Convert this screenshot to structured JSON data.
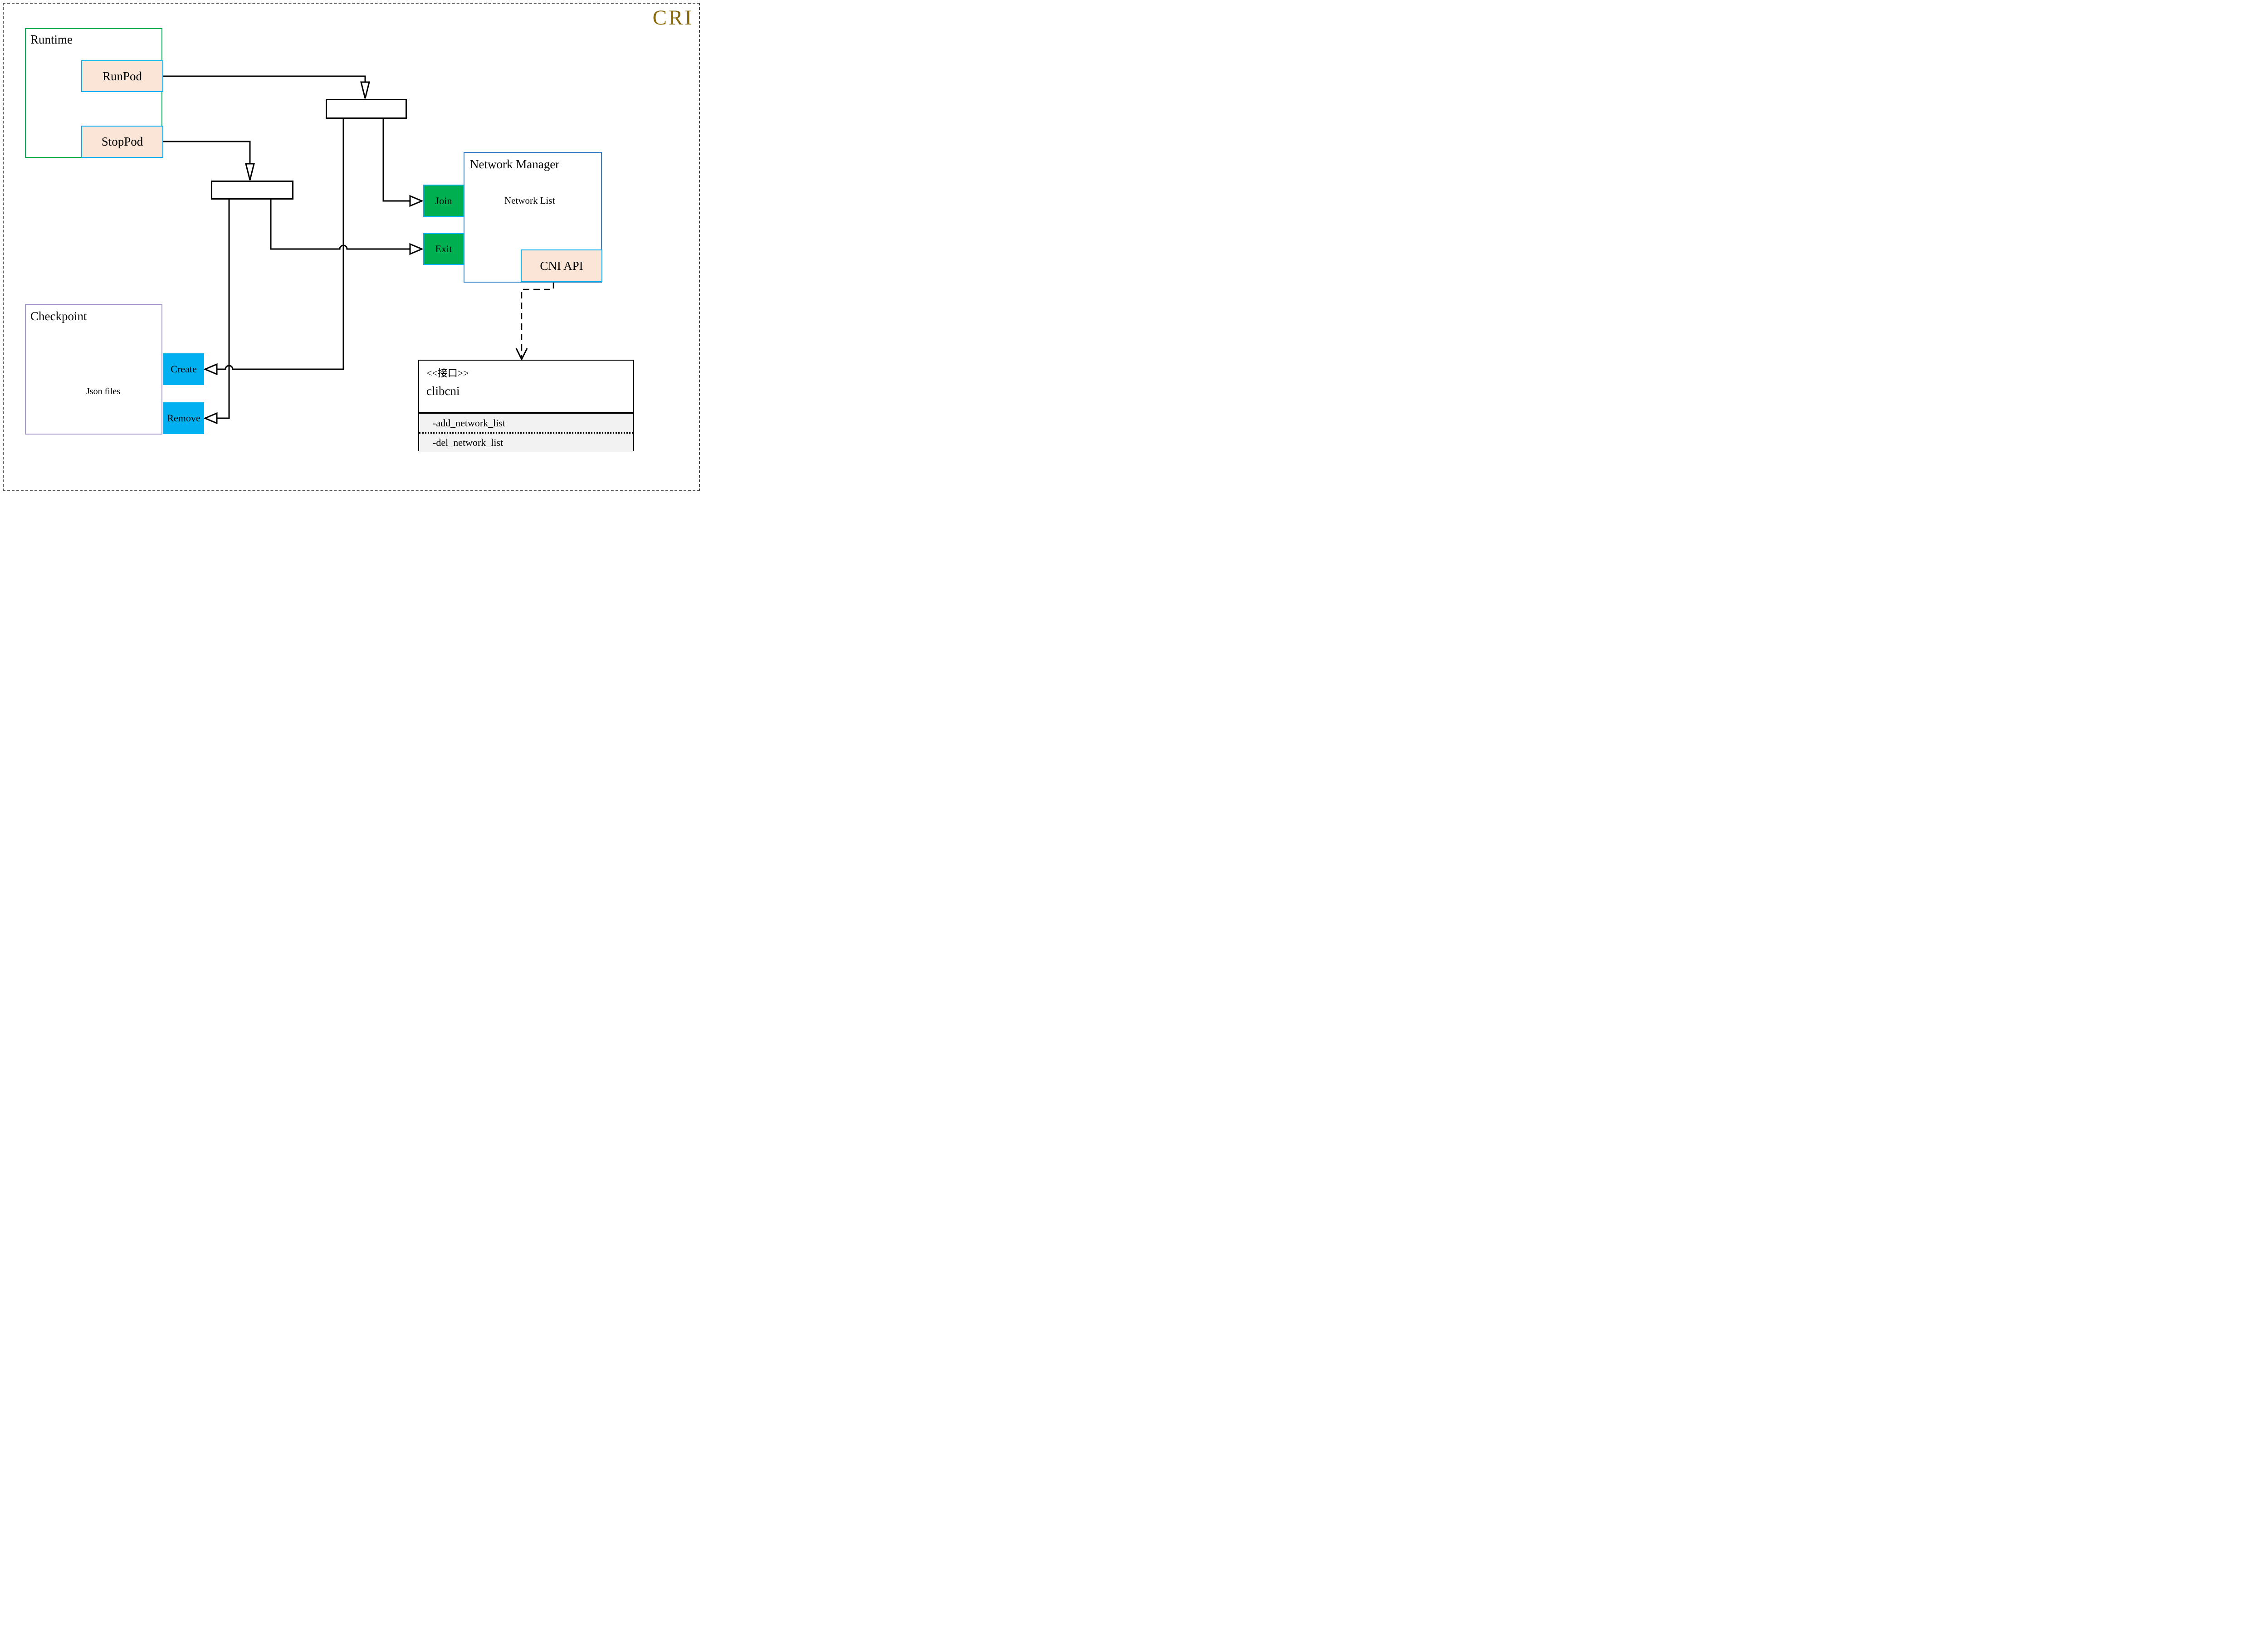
{
  "page": {
    "corner_label": "CRI"
  },
  "nodes": {
    "runtime": {
      "title": "Runtime"
    },
    "runpod": {
      "label": "RunPod"
    },
    "stoppod": {
      "label": "StopPod"
    },
    "network_manager": {
      "title": "Network Manager"
    },
    "join": {
      "label": "Join"
    },
    "exit": {
      "label": "Exit"
    },
    "network_list": {
      "label": "Network List"
    },
    "cni_api": {
      "label": "CNI API"
    },
    "checkpoint": {
      "title": "Checkpoint"
    },
    "json_files": {
      "label": "Json files"
    },
    "create": {
      "label": "Create"
    },
    "remove": {
      "label": "Remove"
    },
    "clibcni": {
      "stereotype": "<<接口>>",
      "name": "clibcni",
      "methods": [
        "-add_network_list",
        "-del_network_list"
      ]
    }
  },
  "colors": {
    "green_fill": "#00b050",
    "cyan_fill": "#00b0f0",
    "peach_fill": "#fbe5d6",
    "cyan_border": "#00b0f0",
    "runtime_border": "#00b050",
    "network_manager_border": "#3a82c6",
    "checkpoint_border": "#a899cb",
    "methods_fill": "#f2f2f2",
    "cylinder_stroke": "#595959",
    "cri_label_color": "#8a6b0b"
  }
}
